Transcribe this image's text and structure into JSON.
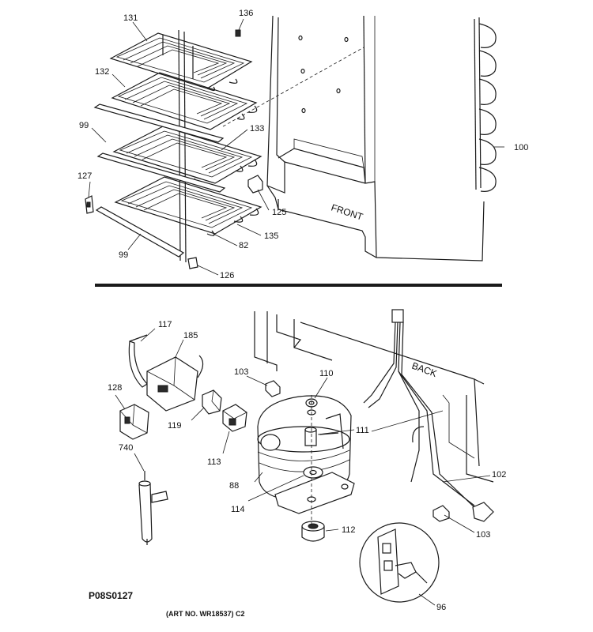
{
  "labels": {
    "p131": "131",
    "p136": "136",
    "p132": "132",
    "p99a": "99",
    "p133": "133",
    "p100": "100",
    "p127": "127",
    "p125": "125",
    "p135": "135",
    "p82": "82",
    "p99b": "99",
    "p126": "126",
    "p117": "117",
    "p185": "185",
    "p128": "128",
    "p119": "119",
    "p103a": "103",
    "p110": "110",
    "p111": "111",
    "p113": "113",
    "p740": "740",
    "p88": "88",
    "p114": "114",
    "p112": "112",
    "p102": "102",
    "p103b": "103",
    "p96": "96"
  },
  "text": {
    "front": "FRONT",
    "back": "BACK",
    "figure_code": "P08S0127",
    "art_number": "(ART NO. WR18537) C2"
  }
}
